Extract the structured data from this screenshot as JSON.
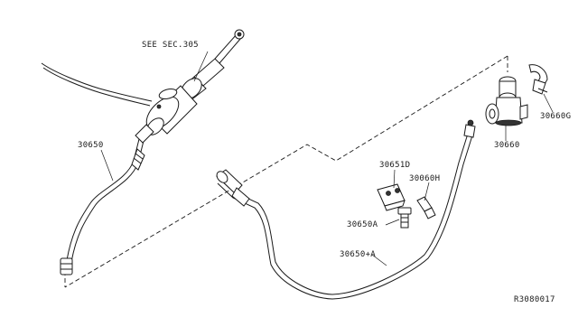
{
  "diagram": {
    "callouts": {
      "see_sec": "SEE SEC.305",
      "part_30650": "30650",
      "part_30651d": "30651D",
      "part_30060h": "30060H",
      "part_30650a": "30650A",
      "part_30650_a": "30650+A",
      "part_30660": "30660",
      "part_30660g": "30660G"
    },
    "reference_code": "R3080017"
  }
}
